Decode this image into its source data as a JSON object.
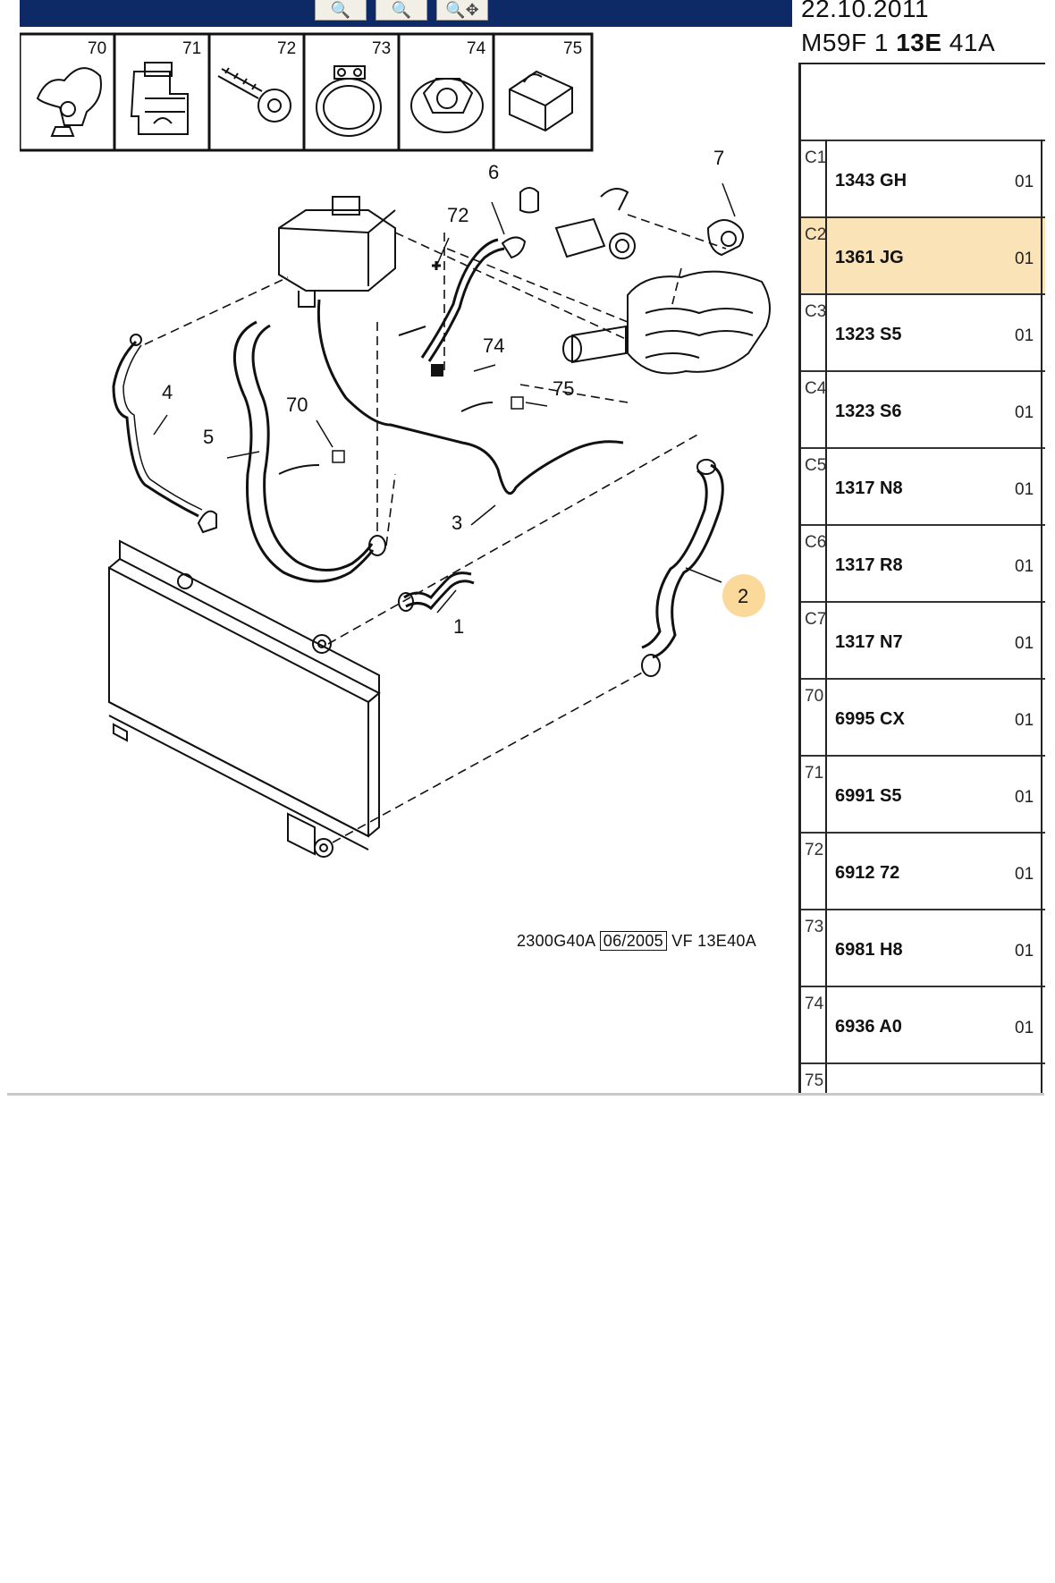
{
  "toolbar": {
    "buttons": [
      {
        "icon": "zoom-in-icon",
        "glyph": "🔍"
      },
      {
        "icon": "zoom-out-icon",
        "glyph": "🔍"
      },
      {
        "icon": "zoom-pan-icon",
        "glyph": "🔍✥"
      }
    ]
  },
  "header": {
    "date": "22.10.2011",
    "ref_prefix": "M59F 1 ",
    "ref_bold": "13E",
    "ref_suffix": " 41A"
  },
  "parts": [
    {
      "code": "C1",
      "ref": "1343 GH",
      "qty": "01",
      "selected": false
    },
    {
      "code": "C2",
      "ref": "1361 JG",
      "qty": "01",
      "selected": true
    },
    {
      "code": "C3",
      "ref": "1323 S5",
      "qty": "01",
      "selected": false
    },
    {
      "code": "C4",
      "ref": "1323 S6",
      "qty": "01",
      "selected": false
    },
    {
      "code": "C5",
      "ref": "1317 N8",
      "qty": "01",
      "selected": false
    },
    {
      "code": "C6",
      "ref": "1317 R8",
      "qty": "01",
      "selected": false
    },
    {
      "code": "C7",
      "ref": "1317 N7",
      "qty": "01",
      "selected": false
    },
    {
      "code": "70",
      "ref": "6995 CX",
      "qty": "01",
      "selected": false
    },
    {
      "code": "71",
      "ref": "6991 S5",
      "qty": "01",
      "selected": false
    },
    {
      "code": "72",
      "ref": "6912 72",
      "qty": "01",
      "selected": false
    },
    {
      "code": "73",
      "ref": "6981 H8",
      "qty": "01",
      "selected": false
    },
    {
      "code": "74",
      "ref": "6936 A0",
      "qty": "01",
      "selected": false
    },
    {
      "code": "75",
      "ref": "",
      "qty": "",
      "selected": false
    }
  ],
  "diagram": {
    "inset_numbers": [
      "70",
      "71",
      "72",
      "73",
      "74",
      "75"
    ],
    "callouts": {
      "c1": "1",
      "c2": "2",
      "c3": "3",
      "c4": "4",
      "c5": "5",
      "c6": "6",
      "c7": "7",
      "c70": "70",
      "c72": "72",
      "c74": "74",
      "c75": "75"
    },
    "footer": {
      "drawing_ref": "2300G40A",
      "date": "06/2005",
      "engine_ref": "VF 13E40A"
    }
  },
  "colors": {
    "toolbar": "#0e2a66",
    "selected_row": "#fbe3b8",
    "highlight_marker": "#fbd99a"
  }
}
